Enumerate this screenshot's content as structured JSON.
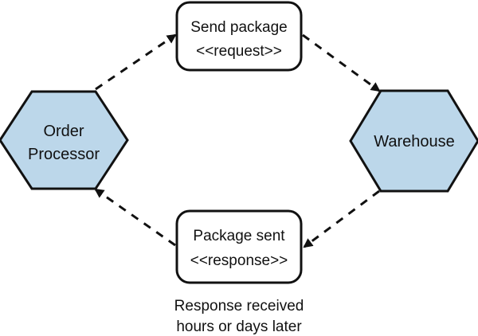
{
  "diagram": {
    "nodes": {
      "order_processor": {
        "line1": "Order",
        "line2": "Processor",
        "fill": "#bcd7ea"
      },
      "warehouse": {
        "line1": "Warehouse",
        "fill": "#bcd7ea"
      },
      "send_package": {
        "line1": "Send package",
        "line2": "<<request>>"
      },
      "package_sent": {
        "line1": "Package sent",
        "line2": "<<response>>"
      }
    },
    "note": {
      "line1": "Response received",
      "line2": "hours or days later"
    },
    "colors": {
      "stroke": "#111111",
      "hexagon_fill": "#bcd7ea",
      "box_fill": "#ffffff"
    },
    "edges": [
      {
        "from": "order_processor",
        "to": "send_package",
        "style": "dashed"
      },
      {
        "from": "send_package",
        "to": "warehouse",
        "style": "dashed"
      },
      {
        "from": "warehouse",
        "to": "package_sent",
        "style": "dashed"
      },
      {
        "from": "package_sent",
        "to": "order_processor",
        "style": "dashed"
      }
    ]
  }
}
